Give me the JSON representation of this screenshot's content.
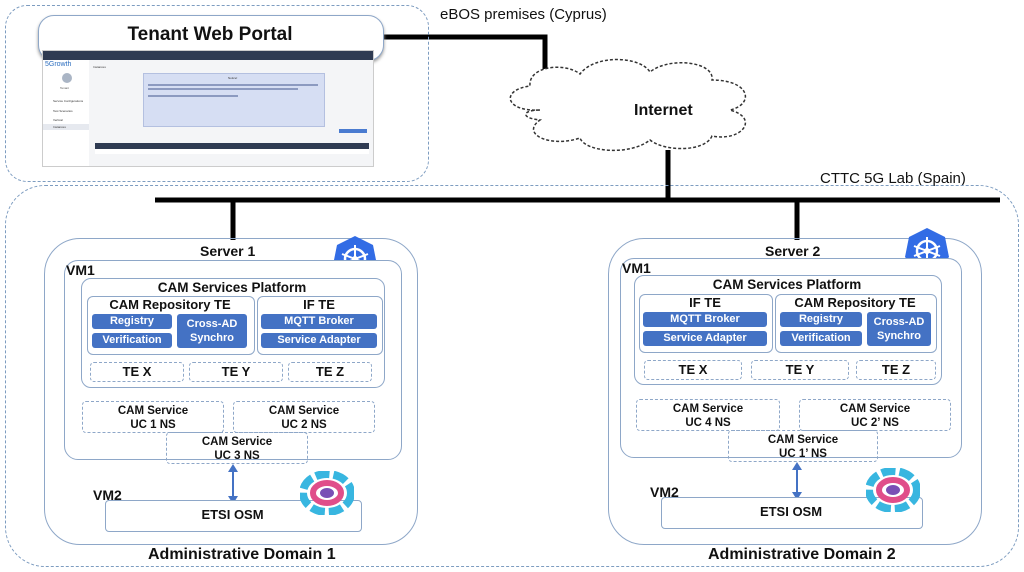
{
  "portal": {
    "title": "Tenant Web Portal",
    "brand": "5Growth",
    "user": "Tenant",
    "side_items": [
      "Service Configurations",
      "Test Scenarios",
      "Vertical",
      "Instances"
    ],
    "tab": "Instances",
    "dialog_title": "Notice!"
  },
  "site_eb": "eBOS premises (Cyprus)",
  "internet": "Internet",
  "site_cttc": "CTTC 5G Lab (Spain)",
  "domain1": {
    "server": "Server 1",
    "vm1": "VM1",
    "platform": "CAM Services Platform",
    "repo": {
      "title": "CAM Repository TE",
      "registry": "Registry",
      "verification": "Verification",
      "cross_l1": "Cross-AD",
      "cross_l2": "Synchro"
    },
    "if": {
      "title": "IF TE",
      "mqtt": "MQTT Broker",
      "adapter": "Service Adapter"
    },
    "te": [
      "TE X",
      "TE Y",
      "TE Z"
    ],
    "svc": [
      {
        "l1": "CAM Service",
        "l2": "UC 1 NS"
      },
      {
        "l1": "CAM Service",
        "l2": "UC 2 NS"
      },
      {
        "l1": "CAM Service",
        "l2": "UC 3 NS"
      }
    ],
    "vm2": "VM2",
    "osm": "ETSI OSM",
    "name": "Administrative Domain 1"
  },
  "domain2": {
    "server": "Server 2",
    "vm1": "VM1",
    "platform": "CAM Services Platform",
    "repo": {
      "title": "CAM Repository TE",
      "registry": "Registry",
      "verification": "Verification",
      "cross_l1": "Cross-AD",
      "cross_l2": "Synchro"
    },
    "if": {
      "title": "IF TE",
      "mqtt": "MQTT Broker",
      "adapter": "Service Adapter"
    },
    "te": [
      "TE X",
      "TE Y",
      "TE Z"
    ],
    "svc": [
      {
        "l1": "CAM Service",
        "l2": "UC 4 NS"
      },
      {
        "l1": "CAM Service",
        "l2": "UC 2’ NS"
      },
      {
        "l1": "CAM Service",
        "l2": "UC 1’ NS"
      }
    ],
    "vm2": "VM2",
    "osm": "ETSI OSM",
    "name": "Administrative Domain 2"
  },
  "colors": {
    "pill": "#4472c4",
    "dashed": "#7d9cc0",
    "k8s": "#326ce5"
  }
}
